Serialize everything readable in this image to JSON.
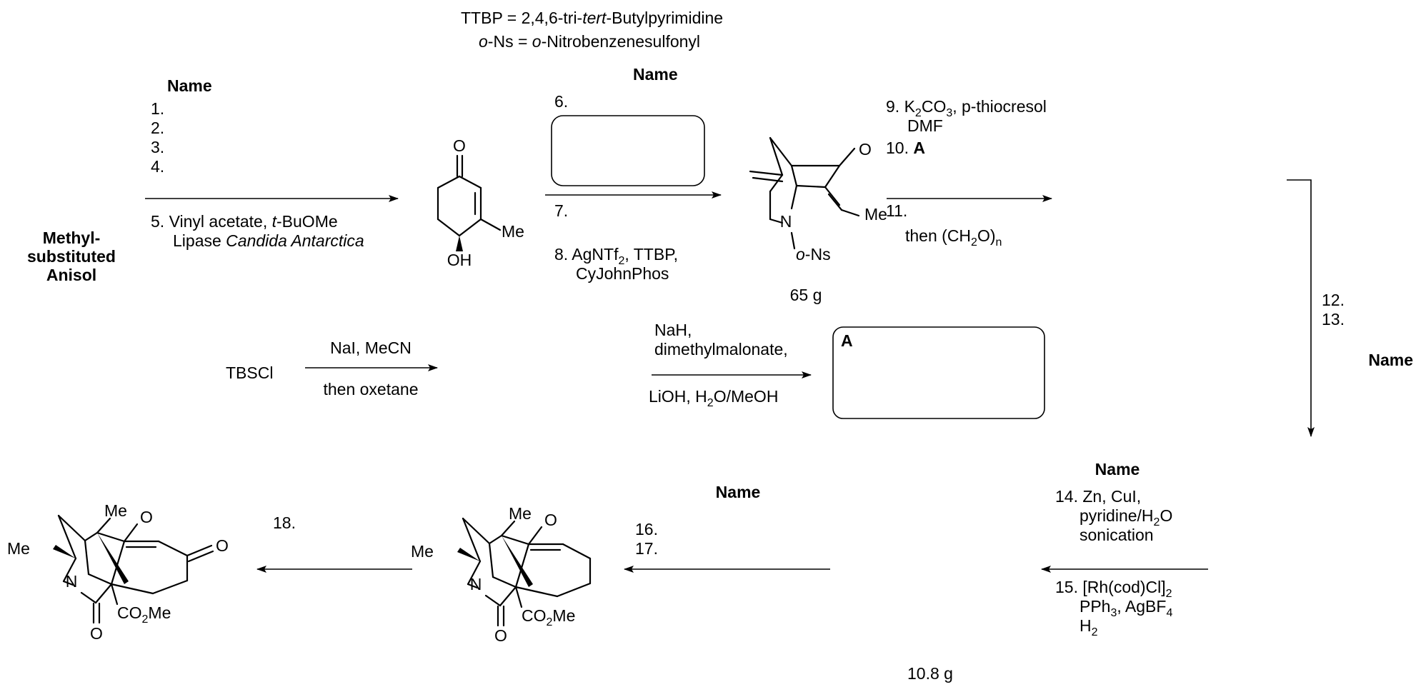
{
  "legend": {
    "ttbp": [
      "TTBP = 2,4,6-tri-",
      "tert",
      "-Butylpyrimidine"
    ],
    "ons": [
      "o",
      "-Ns = ",
      "o",
      "-Nitrobenzenesulfonyl"
    ]
  },
  "name_label": "Name",
  "start_material": [
    "Methyl-",
    "substituted",
    "Anisol"
  ],
  "step1": {
    "items": [
      "1.",
      "2.",
      "3.",
      "4."
    ],
    "below_line1": "5. Vinyl acetate, ",
    "below_tbu": "t",
    "below_tbu_rest": "-BuOMe",
    "below_line2": "Lipase ",
    "below_line2_italic": "Candida Antarctica"
  },
  "cmpd1": {
    "O": "O",
    "Me": "Me",
    "OH": "OH"
  },
  "step2": {
    "six": "6.",
    "seven": "7.",
    "eight_a": "8. AgNTf",
    "sub2": "2",
    "eight_b": ", TTBP,",
    "eight_c": "CyJohnPhos"
  },
  "cmpd2": {
    "O": "O",
    "N": "N",
    "Me": "Me",
    "o": "o",
    "Ns": "-Ns",
    "mass": "65 g"
  },
  "step3": {
    "nine_a": "9.  K",
    "sub2": "2",
    "nine_b": "CO",
    "sub3": "3",
    "nine_c": ", p-thiocresol",
    "nine_d": "DMF",
    "ten": "10. ",
    "ten_b": "A",
    "eleven": "11.",
    "then_a": "then (CH",
    "then_sub": "2",
    "then_b": "O)",
    "then_n": "n"
  },
  "step4": {
    "twelve": "12.",
    "thirteen": "13."
  },
  "side": {
    "tbscl": "TBSCl",
    "above": "NaI, MeCN",
    "below": "then oxetane",
    "r_above1": "NaH,",
    "r_above2": "dimethylmalonate,",
    "r_below_a": "LiOH, H",
    "r_below_sub": "2",
    "r_below_b": "O/MeOH",
    "box_label": "A"
  },
  "step5": {
    "fourteen_a": "14. Zn, CuI,",
    "fourteen_b": "pyridine/H",
    "fourteen_sub": "2",
    "fourteen_c": "O",
    "fourteen_d": "sonication",
    "fifteen_a": "15. [Rh(cod)Cl]",
    "fifteen_sub": "2",
    "fifteen_b": "PPh",
    "fifteen_sub3": "3",
    "fifteen_c": ", AgBF",
    "fifteen_sub4": "4",
    "fifteen_d": "H",
    "fifteen_sub2": "2",
    "mass": "10.8 g"
  },
  "step6": {
    "sixteen": "16.",
    "seventeen": "17."
  },
  "step7": {
    "eighteen": "18."
  },
  "cmpd4": {
    "Me_top": "Me",
    "Me_left": "Me",
    "N": "N",
    "O_top": "O",
    "O_bot": "O",
    "CO2Me_a": "CO",
    "CO2Me_sub": "2",
    "CO2Me_b": "Me"
  },
  "cmpd5": {
    "Me_top": "Me",
    "Me_left": "Me",
    "N": "N",
    "O_top": "O",
    "O_bot": "O",
    "O_ring": "O",
    "CO2Me_a": "CO",
    "CO2Me_sub": "2",
    "CO2Me_b": "Me"
  }
}
